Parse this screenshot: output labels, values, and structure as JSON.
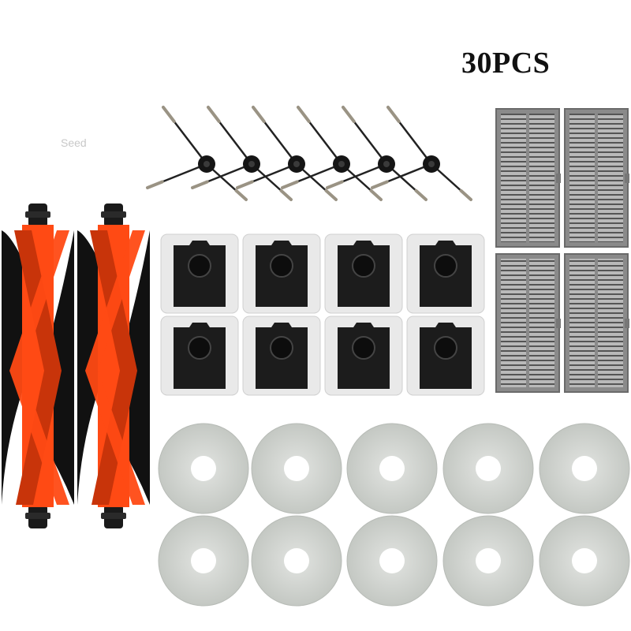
{
  "header": {
    "title": "30PCS"
  },
  "watermark": {
    "text": "Seed"
  },
  "colors": {
    "roller_orange": "#ff4a14",
    "roller_dark_orange": "#c8340a",
    "bristle_black": "#111111",
    "filter_gray": "#8a8a8a",
    "mop_gray": "#cfd2cf",
    "bag_black": "#1c1c1c",
    "bag_clear": "#e9e9e9"
  },
  "items": [
    {
      "name": "main-roller-brush",
      "count": 2
    },
    {
      "name": "side-brush",
      "count": 6
    },
    {
      "name": "dust-bag",
      "count": 8
    },
    {
      "name": "hepa-filter",
      "count": 4
    },
    {
      "name": "mop-pad",
      "count": 10
    }
  ]
}
